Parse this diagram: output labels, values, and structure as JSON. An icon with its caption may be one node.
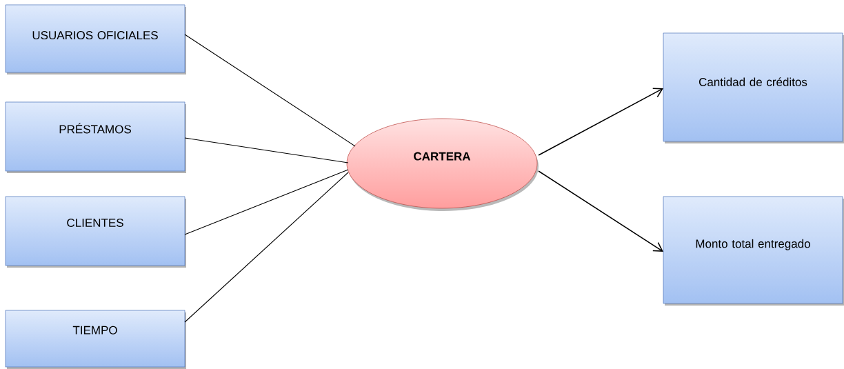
{
  "diagram": {
    "nodes": [
      {
        "text": [
          "USUARIOS OFICIALES"
        ]
      },
      {
        "text": [
          "PRÉSTAMOS"
        ]
      },
      {
        "text": [
          "CLIENTES"
        ]
      },
      {
        "text": [
          "TIEMPO"
        ]
      },
      {
        "text": [
          "**CARTERA**"
        ]
      },
      {
        "text": [
          "Cantidad de créditos"
        ]
      },
      {
        "text": [
          "Monto total entregado"
        ]
      }
    ],
    "edges": [
      {
        "from": 0,
        "to": 4,
        "arrow": "none"
      },
      {
        "from": 1,
        "to": 4,
        "arrow": "none"
      },
      {
        "from": 2,
        "to": 4,
        "arrow": "none"
      },
      {
        "from": 3,
        "to": 4,
        "arrow": "none"
      },
      {
        "from": 4,
        "to": 5,
        "arrow": "to"
      },
      {
        "from": 4,
        "to": 6,
        "arrow": "to"
      }
    ]
  }
}
